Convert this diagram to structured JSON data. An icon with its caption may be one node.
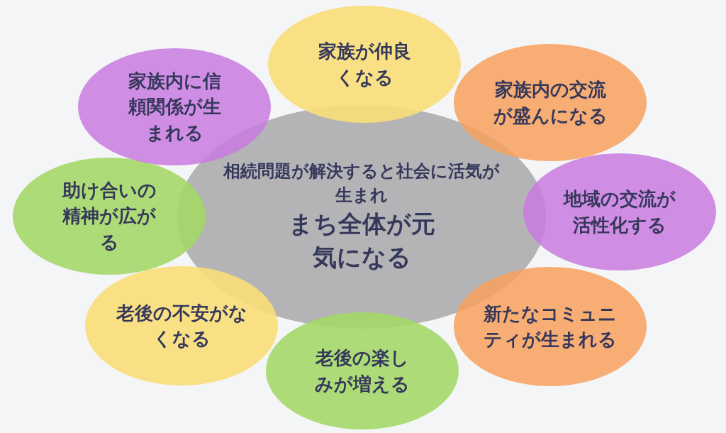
{
  "diagram": {
    "nodes": [
      {
        "text": [
          "相続問題が解決すると社会に活気が生まれ",
          "まち全体が元気になる"
        ]
      },
      {
        "text": [
          "家族が仲良くなる"
        ]
      },
      {
        "text": [
          "家族内の交流が盛んになる"
        ]
      },
      {
        "text": [
          "地域の交流が活性化する"
        ]
      },
      {
        "text": [
          "新たなコミュニティが生まれる"
        ]
      },
      {
        "text": [
          "老後の楽しみが増える"
        ]
      },
      {
        "text": [
          "老後の不安がなくなる"
        ]
      },
      {
        "text": [
          "助け合いの精神が広がる"
        ]
      },
      {
        "text": [
          "家族内に信頼関係が生まれる"
        ]
      }
    ],
    "edges": []
  }
}
